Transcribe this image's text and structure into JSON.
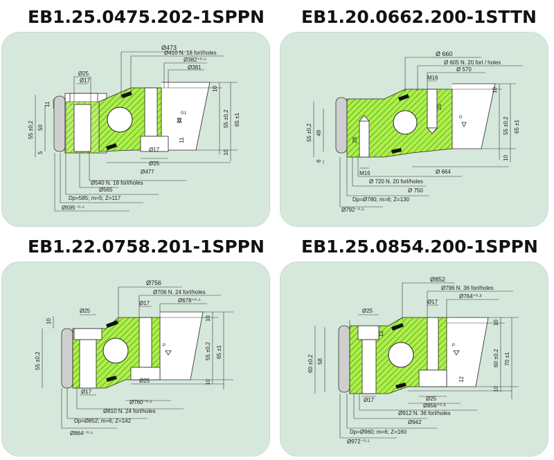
{
  "colors": {
    "panel_bg": "#d6e8dc",
    "steel": "#aef049",
    "rubber": "#111111",
    "ring_bg": "#ffffff"
  },
  "panels": [
    {
      "title": "EB1.25.0475.202-1SPPN",
      "dims": {
        "d473": "Ø473",
        "d410": "Ø410  N. 18 forl/holes",
        "d382": "Ø382⁺⁰·⁵",
        "d381": "Ø381",
        "d25top": "Ø25",
        "d17top": "Ø17",
        "h11": "11",
        "h50": "50",
        "h55": "55 ±0,2",
        "h5": "5",
        "r10a": "10",
        "r55": "55 ±0,2",
        "r65": "65 ±1",
        "r10b": "10",
        "h11b": "11",
        "d17bot": "Ø17",
        "d25bot": "Ø25",
        "d477": "Ø477",
        "d540": "Ø540  N. 18 forl/holes",
        "d565": "Ø565",
        "dp": "Dp=585; m=5; Z=117",
        "d595": "Ø595⁻⁰·⁵"
      }
    },
    {
      "title": "EB1.20.0662.200-1STTN",
      "dims": {
        "d660": "Ø 660",
        "d605": "Ø 605   N. 20 forl / holes",
        "d570": "Ø 570",
        "m16top": "M16",
        "h55": "55 ±0,2",
        "h49": "49",
        "h6": "6",
        "h28": "28",
        "h25": "25",
        "r10": "10",
        "r55": "55 ±0,2",
        "r65": "65 ±1",
        "r10b": "10",
        "m16bot": "M16",
        "d664": "Ø 664",
        "d720": "Ø 720   N. 20 forl/holes",
        "d750": "Ø 750",
        "dp": "Dp=Ø780; m=6; Z=130",
        "d792": "Ø792⁻⁰·⁵"
      }
    },
    {
      "title": "EB1.22.0758.201-1SPPN",
      "dims": {
        "d756": "Ø756",
        "d706": "Ø706   N. 24 forl/holes",
        "d678": "Ø678⁺⁰·⁵",
        "d25top": "Ø25",
        "d17top": "Ø17",
        "h10": "10",
        "h55": "55 ±0,2",
        "r10": "10",
        "r55": "55 ±0,2",
        "r65": "65 ±1",
        "r10b": "10",
        "d25bot": "Ø25",
        "d17bot": "Ø17",
        "d760": "Ø760⁻⁰·⁵",
        "d810": "Ø810   N. 24 forl/holes",
        "dp": "Dp=Ø852; m=6; Z=142",
        "d864": "Ø864⁻⁰·⁵"
      }
    },
    {
      "title": "EB1.25.0854.200-1SPPN",
      "dims": {
        "d852": "Ø852",
        "d796": "Ø796   N. 36 forl/holes",
        "d764": "Ø764⁺⁰·³",
        "d25top": "Ø25",
        "d17top": "Ø17",
        "h12top": "12",
        "h60": "60 ±0,2",
        "h58": "58",
        "r10": "10",
        "r60": "60 ±0,2",
        "r70": "70 ±1",
        "r10b": "10",
        "h12bot": "12",
        "d25bot": "Ø25",
        "d17bot": "Ø17",
        "d856": "Ø856⁺⁰·³",
        "d912": "Ø912   N. 36 forl/holes",
        "d942": "Ø942",
        "dp": "Dp=Ø960; m=6; Z=160",
        "d972": "Ø972⁻⁰·⁵"
      }
    }
  ]
}
